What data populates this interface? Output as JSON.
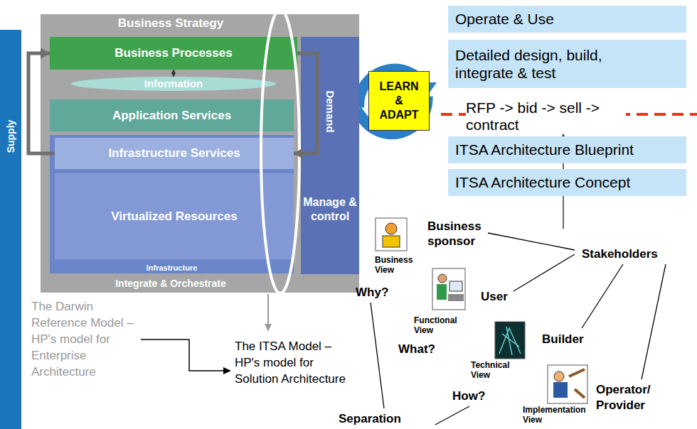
{
  "diagram": {
    "nodes": [
      {
        "text": [
          "Supply"
        ]
      },
      {
        "text": [
          "Business Strategy"
        ]
      },
      {
        "text": [
          "Business Processes"
        ],
        "in": 1
      },
      {
        "text": [
          "Information"
        ],
        "in": 1
      },
      {
        "text": [
          "Application Services"
        ],
        "in": 1
      },
      {
        "text": [
          "Infrastructure"
        ],
        "in": 1
      },
      {
        "text": [
          "Infrastructure Services"
        ],
        "in": 5
      },
      {
        "text": [
          "Virtualized Resources"
        ],
        "in": 5
      },
      {
        "text": [
          "Integrate & Orchestrate"
        ],
        "in": 1
      },
      {
        "text": [
          "Demand"
        ],
        "in": 1
      },
      {
        "text": [
          "Manage & control"
        ],
        "in": 9
      },
      {
        "text": [
          "LEARN & ADAPT"
        ]
      },
      {
        "text": [
          "Operate & Use"
        ]
      },
      {
        "text": [
          "Detailed design, build, integrate & test"
        ]
      },
      {
        "text": [
          "ITSA Architecture Blueprint"
        ]
      },
      {
        "text": [
          "ITSA Architecture Concept"
        ]
      }
    ],
    "edges": [
      {
        "from": 6,
        "to": 2,
        "arrow": "to"
      },
      {
        "from": 2,
        "to": 6,
        "arrow": "to"
      },
      {
        "from": 2,
        "to": 3,
        "arrow": "both"
      }
    ],
    "labels": [
      "The Darwin Reference Model – HP's model for Enterprise Architecture",
      "The ITSA Model – HP's model for Solution Architecture",
      "RFP -> bid -> sell -> contract",
      "Business View",
      "Functional View",
      "Technical View",
      "Implementation View",
      "Business sponsor",
      "User",
      "Builder",
      "Operator/ Provider",
      "Stakeholders",
      "Why?",
      "What?",
      "How?",
      "Separation"
    ]
  }
}
